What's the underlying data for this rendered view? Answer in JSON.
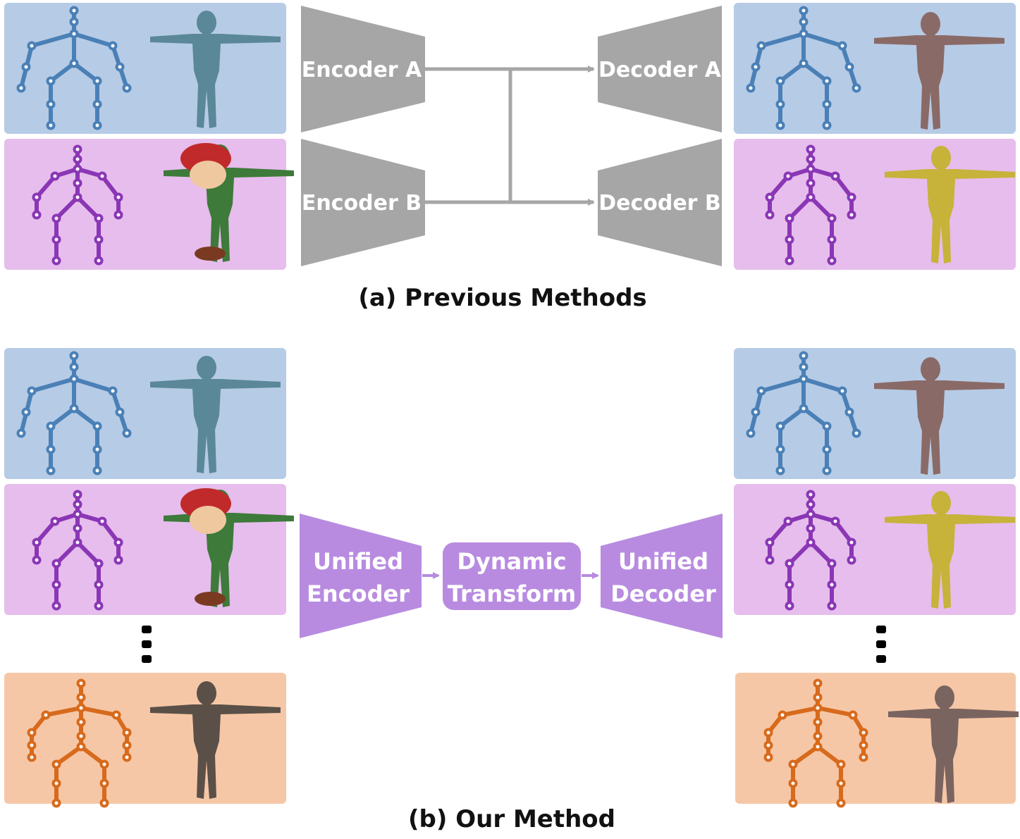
{
  "colors": {
    "blue_panel": "#b6cbe6",
    "blue_skeleton": "#4a80b6",
    "purple_panel": "#e6bdec",
    "purple_skeleton": "#8a36b5",
    "orange_panel": "#f6c7a6",
    "orange_skeleton": "#d76a1c",
    "gray_block": "#a6a6a6",
    "unified_block": "#b88be0",
    "character_teal": "#5a8898",
    "character_boy_hat": "#c02a2a",
    "character_boy_shirt": "#3e7a3a",
    "character_zombie": "#8a6a66",
    "character_warrior": "#c7b23a",
    "character_monster": "#5b5048"
  },
  "part_a": {
    "caption": "(a) Previous Methods",
    "encoder_a": "Encoder A",
    "encoder_b": "Encoder B",
    "decoder_a": "Decoder A",
    "decoder_b": "Decoder B"
  },
  "part_b": {
    "caption": "(b) Our Method",
    "unified_encoder_line1": "Unified",
    "unified_encoder_line2": "Encoder",
    "dynamic_transform_line1": "Dynamic",
    "dynamic_transform_line2": "Transform",
    "unified_decoder_line1": "Unified",
    "unified_decoder_line2": "Decoder"
  },
  "icons": {
    "skeleton": "skeleton-icon",
    "character": "character-figure",
    "ellipsis": "vertical-ellipsis-icon"
  }
}
